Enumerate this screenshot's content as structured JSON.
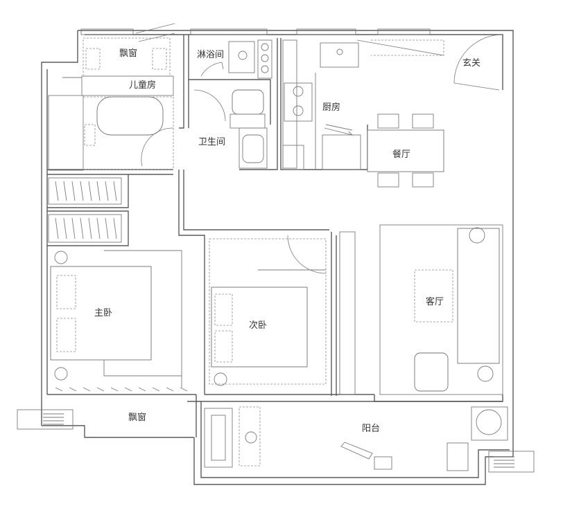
{
  "rooms": {
    "bay_window_top": "飘窗",
    "kids_room": "儿童房",
    "shower": "淋浴间",
    "entrance": "玄关",
    "kitchen": "厨房",
    "bathroom": "卫生间",
    "dining": "餐厅",
    "living": "客厅",
    "master": "主卧",
    "second": "次卧",
    "bay_window_bottom": "飘窗",
    "balcony": "阳台"
  },
  "colors": {
    "line": "#5a5a5a",
    "background": "#ffffff"
  }
}
